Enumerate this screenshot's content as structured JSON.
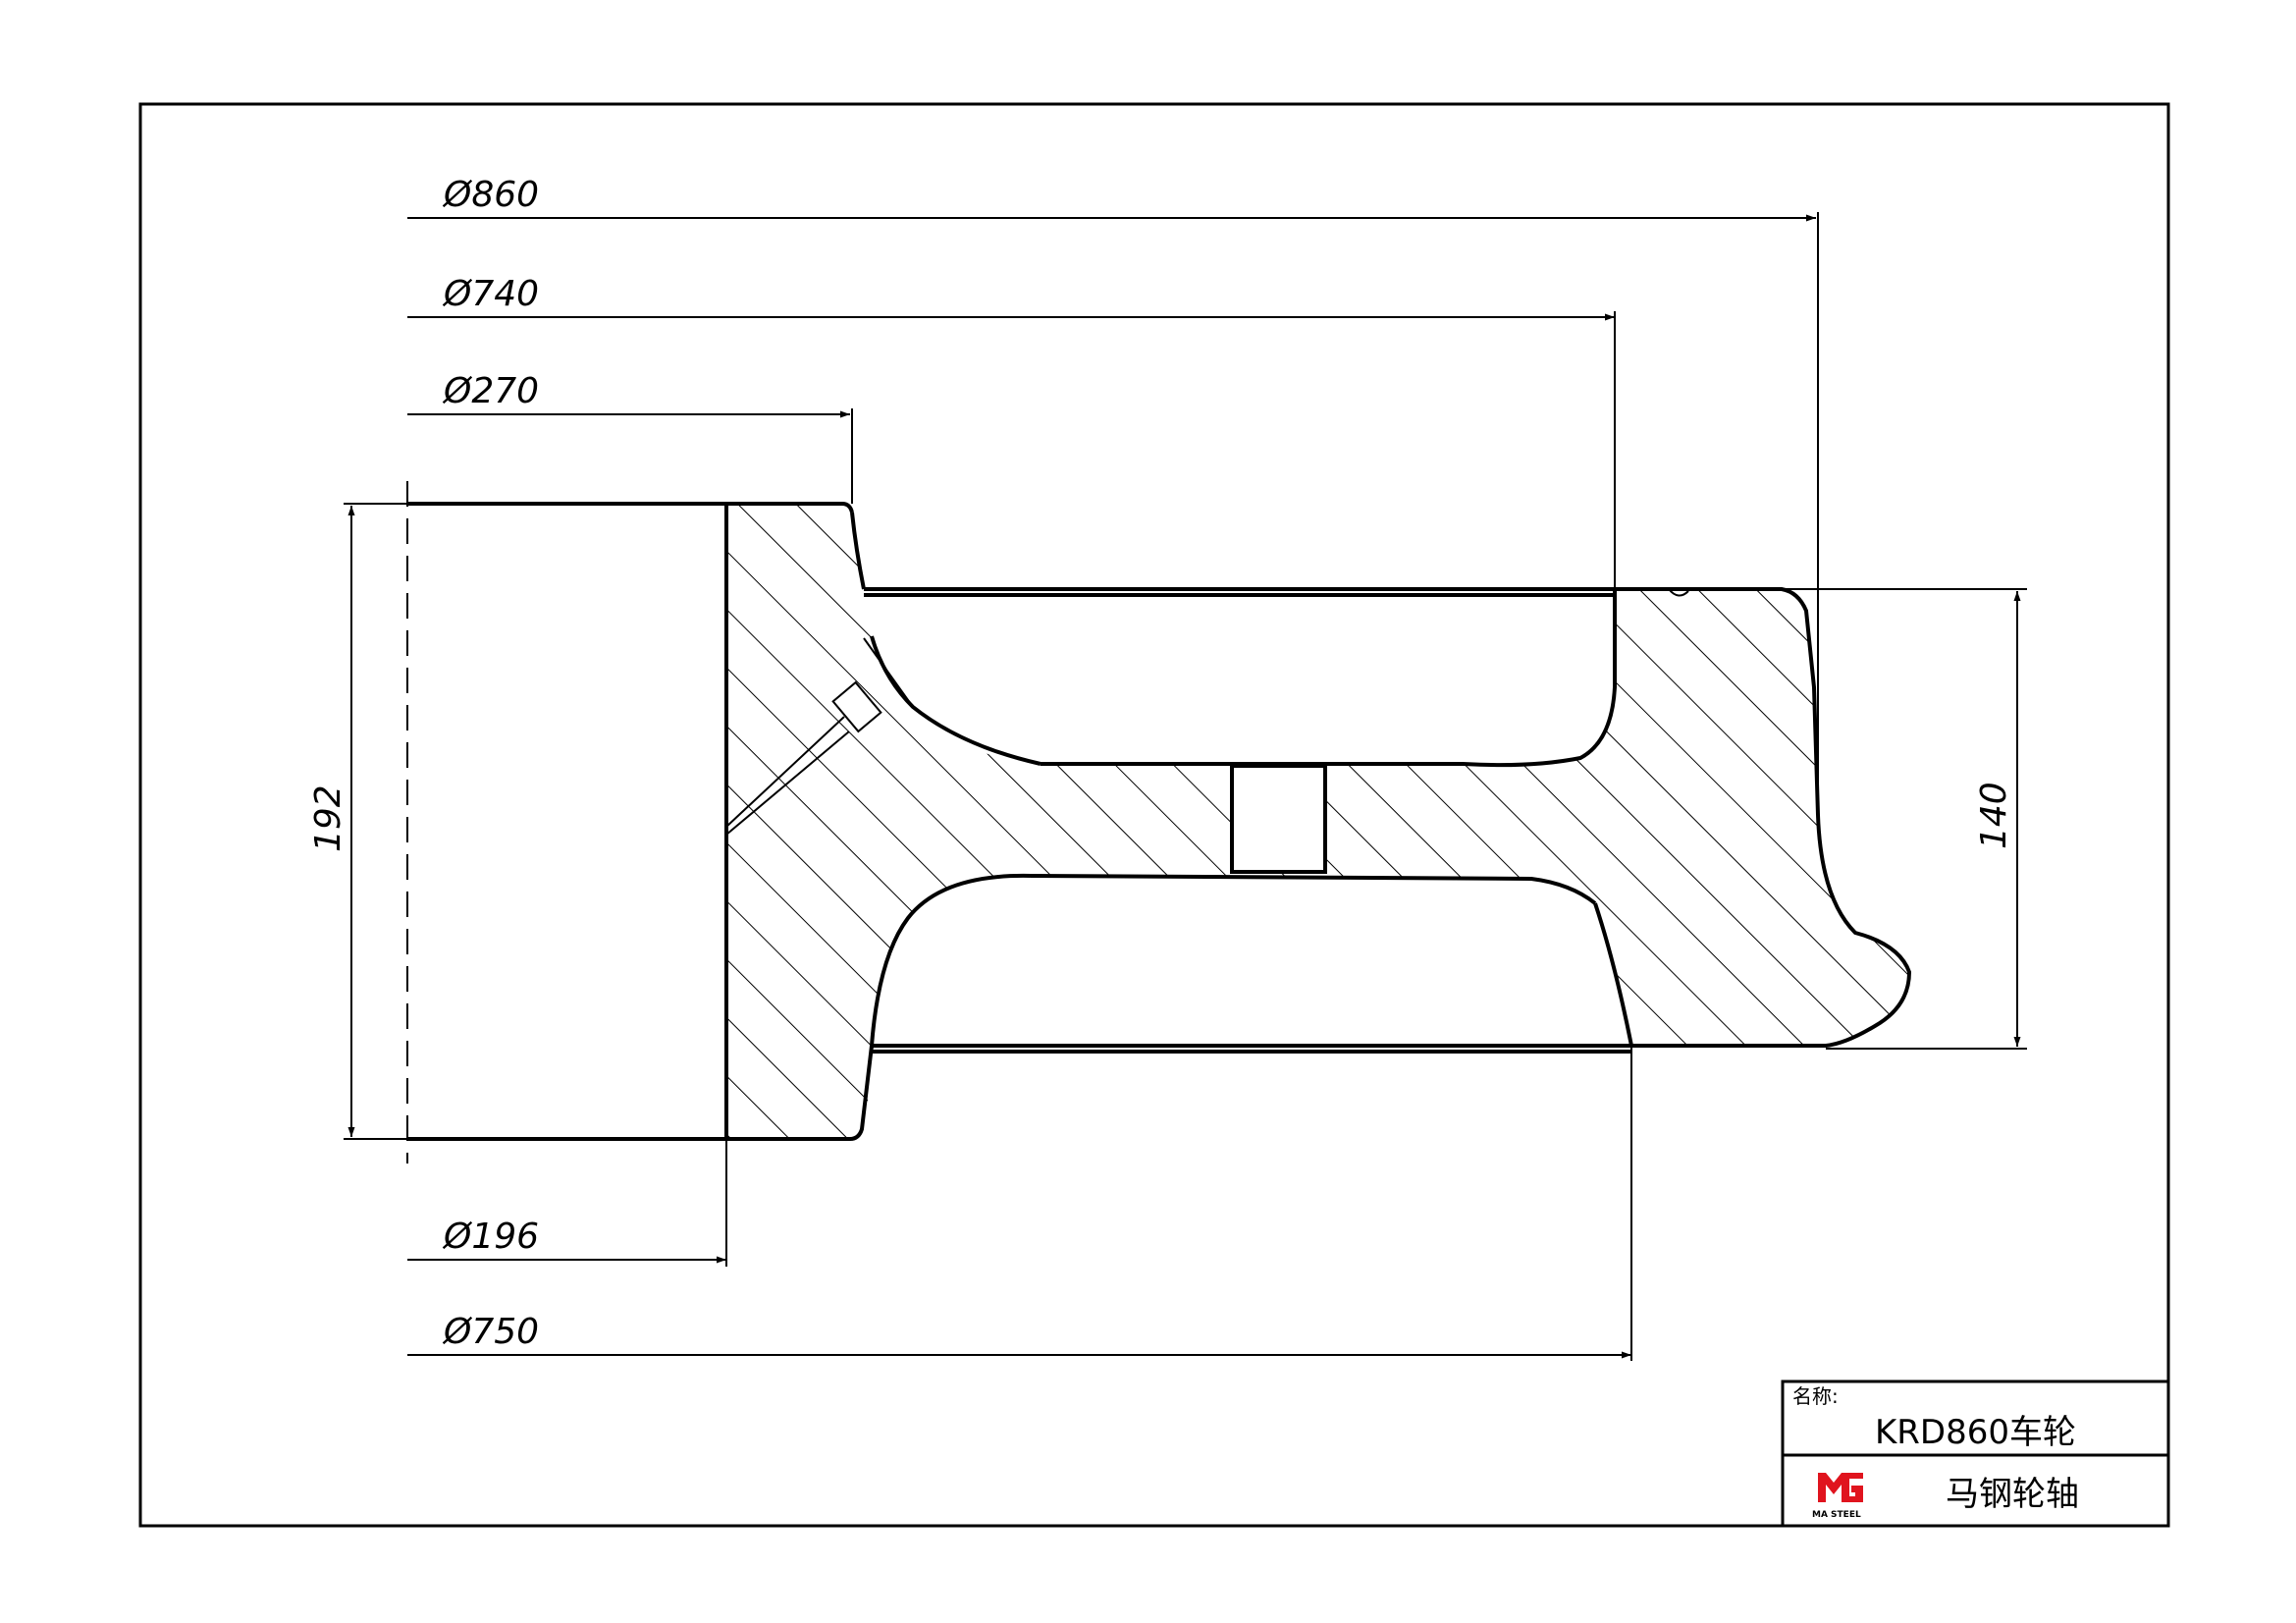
{
  "dimensions": {
    "d860": "Ø860",
    "d740": "Ø740",
    "d270": "Ø270",
    "d196": "Ø196",
    "d750": "Ø750",
    "h192": "192",
    "h140": "140"
  },
  "title_block": {
    "name_label": "名称:",
    "part_name": "KRD860车轮",
    "company": "马钢轮轴",
    "logo_text": "MA STEEL",
    "logo_color": "#e0141e"
  }
}
